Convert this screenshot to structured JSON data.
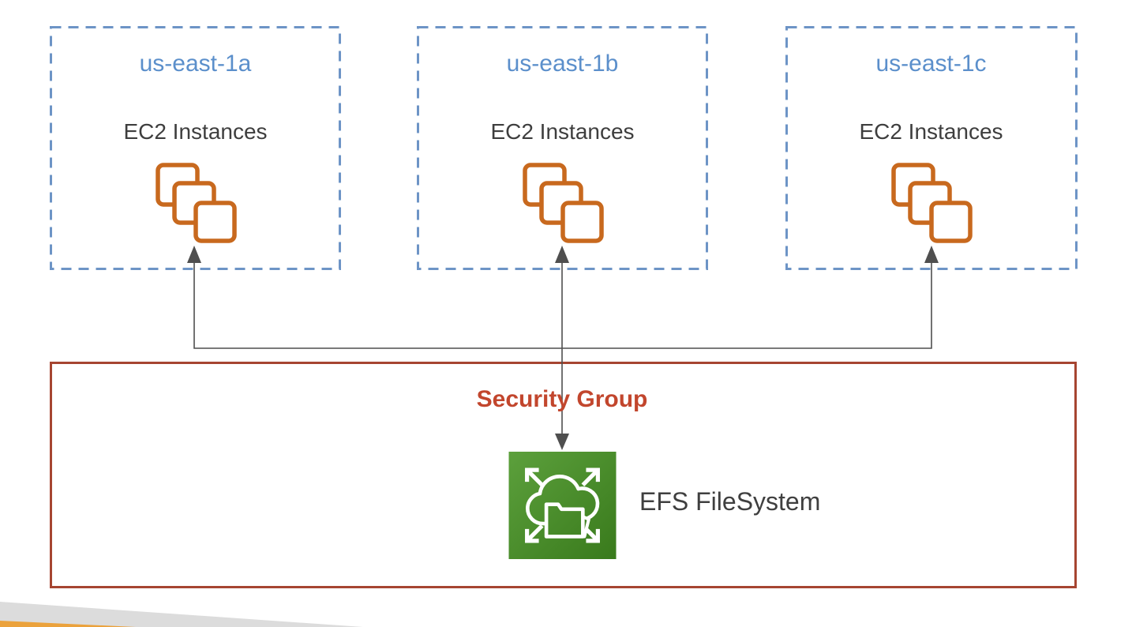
{
  "diagram": {
    "availability_zones": [
      {
        "name": "us-east-1a",
        "service_label": "EC2 Instances"
      },
      {
        "name": "us-east-1b",
        "service_label": "EC2 Instances"
      },
      {
        "name": "us-east-1c",
        "service_label": "EC2 Instances"
      }
    ],
    "security_group_label": "Security Group",
    "efs_label": "EFS FileSystem"
  },
  "icons": {
    "ec2_instances": "ec2-instances-icon",
    "efs_filesystem": "efs-filesystem-icon"
  },
  "colors": {
    "az_border": "#6d94c6",
    "az_title": "#5b8fcb",
    "label_text": "#3e3e3e",
    "ec2_orange": "#c8691e",
    "sg_border": "#a64531",
    "sg_label": "#c2462d",
    "efs_green_light": "#5ca03c",
    "efs_green_dark": "#397a1c",
    "connector": "#4f4f4f",
    "wedge_gray": "#dcdcdc",
    "wedge_orange": "#eba23c",
    "icon_fill": "#ffffff"
  }
}
